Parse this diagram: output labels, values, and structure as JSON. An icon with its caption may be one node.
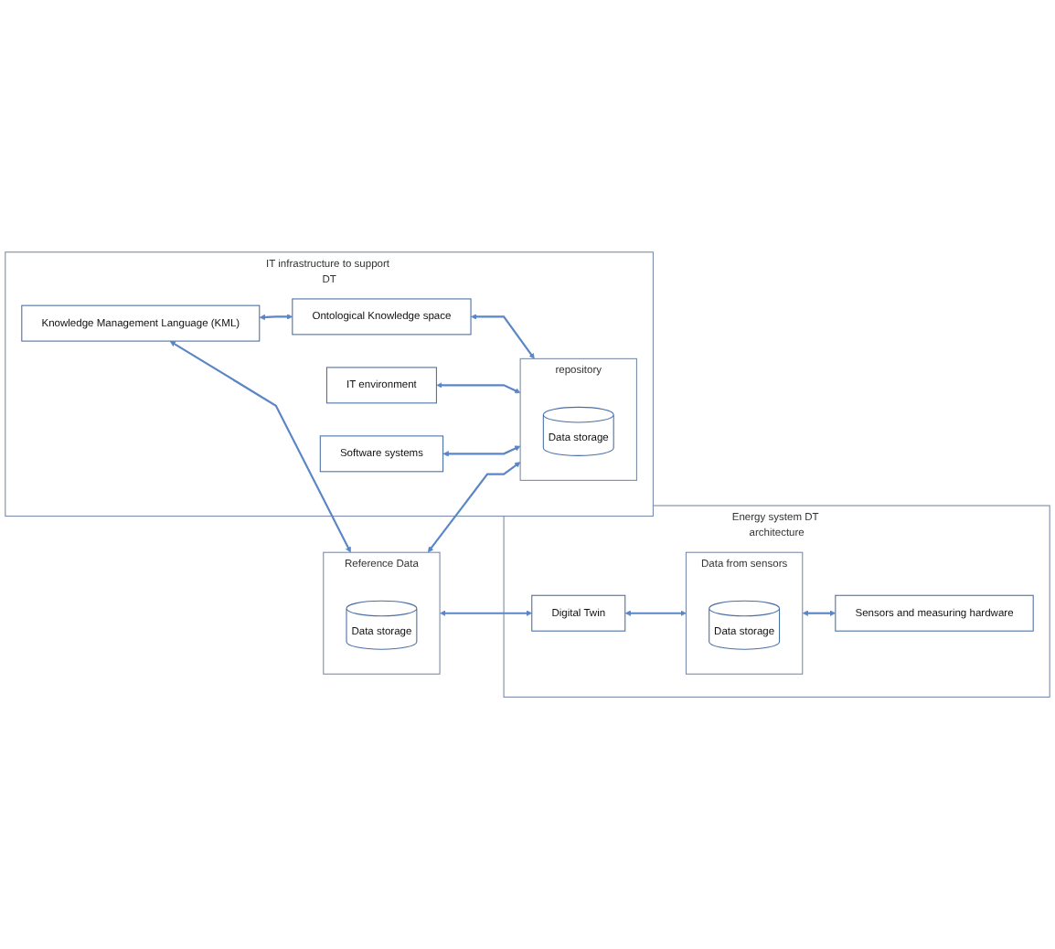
{
  "diagram": {
    "nodes": [
      {
        "text": [
          "IT infrastructure to support DT"
        ]
      },
      {
        "text": [
          "Knowledge Management Language (KML)"
        ],
        "in": 0
      },
      {
        "text": [
          "Ontological Knowledge space"
        ],
        "in": 0
      },
      {
        "text": [
          "IT environment"
        ],
        "in": 0
      },
      {
        "text": [
          "Software systems"
        ],
        "in": 0
      },
      {
        "text": [
          "Reference Data"
        ]
      },
      {
        "text": [
          "Data storage"
        ],
        "in": 5
      },
      {
        "text": [
          "repository"
        ],
        "in": 0
      },
      {
        "text": [
          "Data storage"
        ],
        "in": 7
      },
      {
        "text": [
          "Energy system DT architecture"
        ]
      },
      {
        "text": [
          "Digital Twin"
        ],
        "in": 9
      },
      {
        "text": [
          "Data from sensors"
        ],
        "in": 9
      },
      {
        "text": [
          "Data storage"
        ],
        "in": 11
      },
      {
        "text": [
          "Sensors and measuring hardware"
        ],
        "in": 9
      }
    ],
    "edges": [
      {
        "from": 1,
        "to": 2,
        "arrow": "both"
      },
      {
        "from": 1,
        "to": 5,
        "arrow": "both"
      },
      {
        "from": 2,
        "to": 7,
        "arrow": "both"
      },
      {
        "from": 3,
        "to": 7,
        "arrow": "both"
      },
      {
        "from": 4,
        "to": 7,
        "arrow": "both"
      },
      {
        "from": 5,
        "to": 7,
        "arrow": "both"
      },
      {
        "from": 5,
        "to": 10,
        "arrow": "both"
      },
      {
        "from": 10,
        "to": 11,
        "arrow": "both"
      },
      {
        "from": 11,
        "to": 13,
        "arrow": "both"
      }
    ]
  }
}
